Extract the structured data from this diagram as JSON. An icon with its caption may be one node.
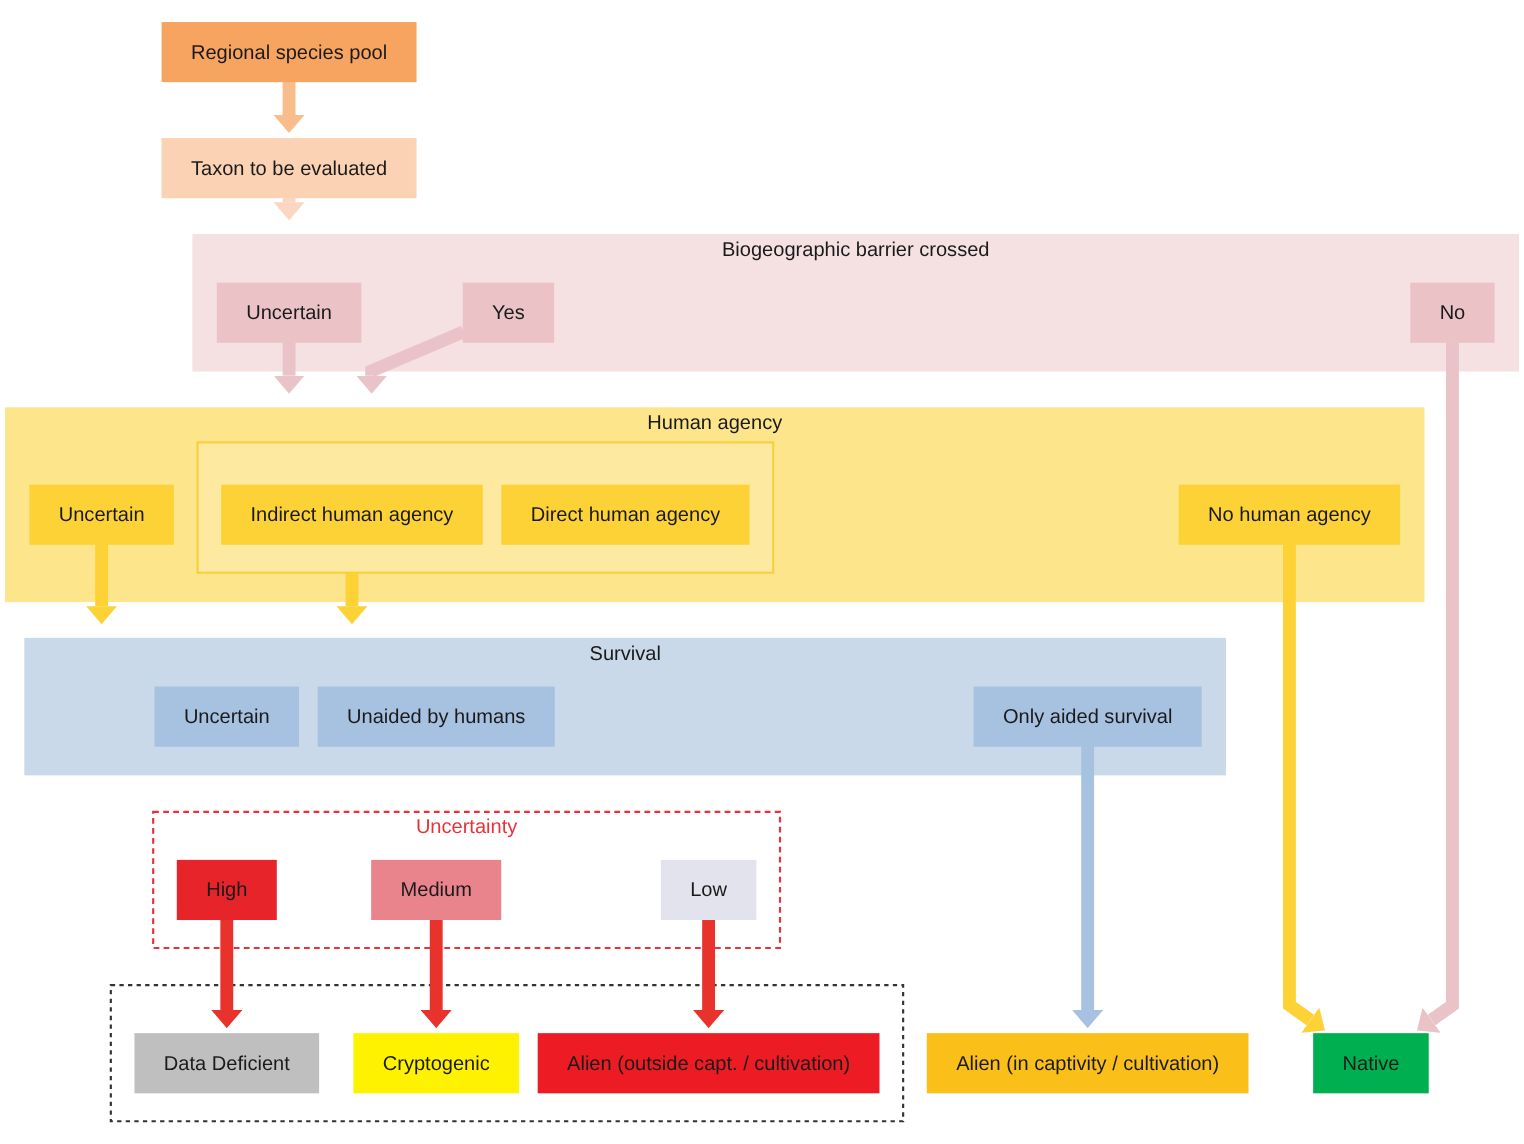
{
  "diagram": {
    "nodes": [
      {
        "text": [
          "Regional species pool"
        ]
      },
      {
        "text": [
          "Taxon to be evaluated"
        ]
      },
      {
        "text": [
          "Biogeographic barrier crossed"
        ]
      },
      {
        "text": [
          "No"
        ],
        "in": 2
      },
      {
        "text": [
          "Yes"
        ],
        "in": 2
      },
      {
        "text": [
          "Uncertain"
        ],
        "in": 2
      },
      {
        "text": [
          "Human agency"
        ]
      },
      {
        "text": [
          "No human agency"
        ],
        "in": 6
      },
      {
        "text": [],
        "shape": "box",
        "in": 6
      },
      {
        "text": [
          "Direct human agency"
        ],
        "in": 8
      },
      {
        "text": [
          "Indirect human agency"
        ],
        "in": 8
      },
      {
        "text": [
          "Uncertain"
        ],
        "in": 6
      },
      {
        "text": [
          "Survival"
        ]
      },
      {
        "text": [
          "Only aided survival"
        ],
        "in": 12
      },
      {
        "text": [
          "Unaided by humans"
        ],
        "in": 12
      },
      {
        "text": [
          "Uncertain"
        ],
        "in": 12
      },
      {
        "text": [
          "Uncertainty"
        ]
      },
      {
        "text": [
          "Low"
        ],
        "in": 16
      },
      {
        "text": [
          "Medium"
        ],
        "in": 16
      },
      {
        "text": [
          "High"
        ],
        "in": 16
      },
      {
        "text": [
          "Native"
        ]
      },
      {
        "text": [
          "Alien (in captivity / cultivation)"
        ]
      },
      {
        "text": [],
        "shape": "box"
      },
      {
        "text": [
          "Alien (outside capt. / cultivation)"
        ],
        "in": 22
      },
      {
        "text": [
          "Cryptogenic"
        ],
        "in": 22
      },
      {
        "text": [
          "Data Deficient"
        ],
        "in": 22
      }
    ],
    "edges": [
      {
        "from": 0,
        "to": 1,
        "arrow": "to",
        "color": "#f9bd8c"
      },
      {
        "from": 1,
        "to": 2,
        "arrow": "to",
        "color": "#fbd6c2"
      },
      {
        "from": 3,
        "to": 20,
        "arrow": "to",
        "color": "#e9c3c7"
      },
      {
        "from": 4,
        "to": 6,
        "arrow": "to",
        "color": "#e9c3c7"
      },
      {
        "from": 5,
        "to": 6,
        "arrow": "to",
        "color": "#e9c3c7"
      },
      {
        "from": 7,
        "to": 20,
        "arrow": "to",
        "color": "#fdd237"
      },
      {
        "from": 8,
        "to": 12,
        "arrow": "to",
        "color": "#fdd237"
      },
      {
        "from": 11,
        "to": 12,
        "arrow": "to",
        "color": "#fdd237"
      },
      {
        "from": 13,
        "to": 21,
        "arrow": "to",
        "color": "#a7c1e0"
      },
      {
        "from": 17,
        "to": 23,
        "arrow": "to",
        "color": "#e8322c"
      },
      {
        "from": 18,
        "to": 24,
        "arrow": "to",
        "color": "#e8322c"
      },
      {
        "from": 19,
        "to": 25,
        "arrow": "to",
        "color": "#e8322c"
      }
    ]
  }
}
